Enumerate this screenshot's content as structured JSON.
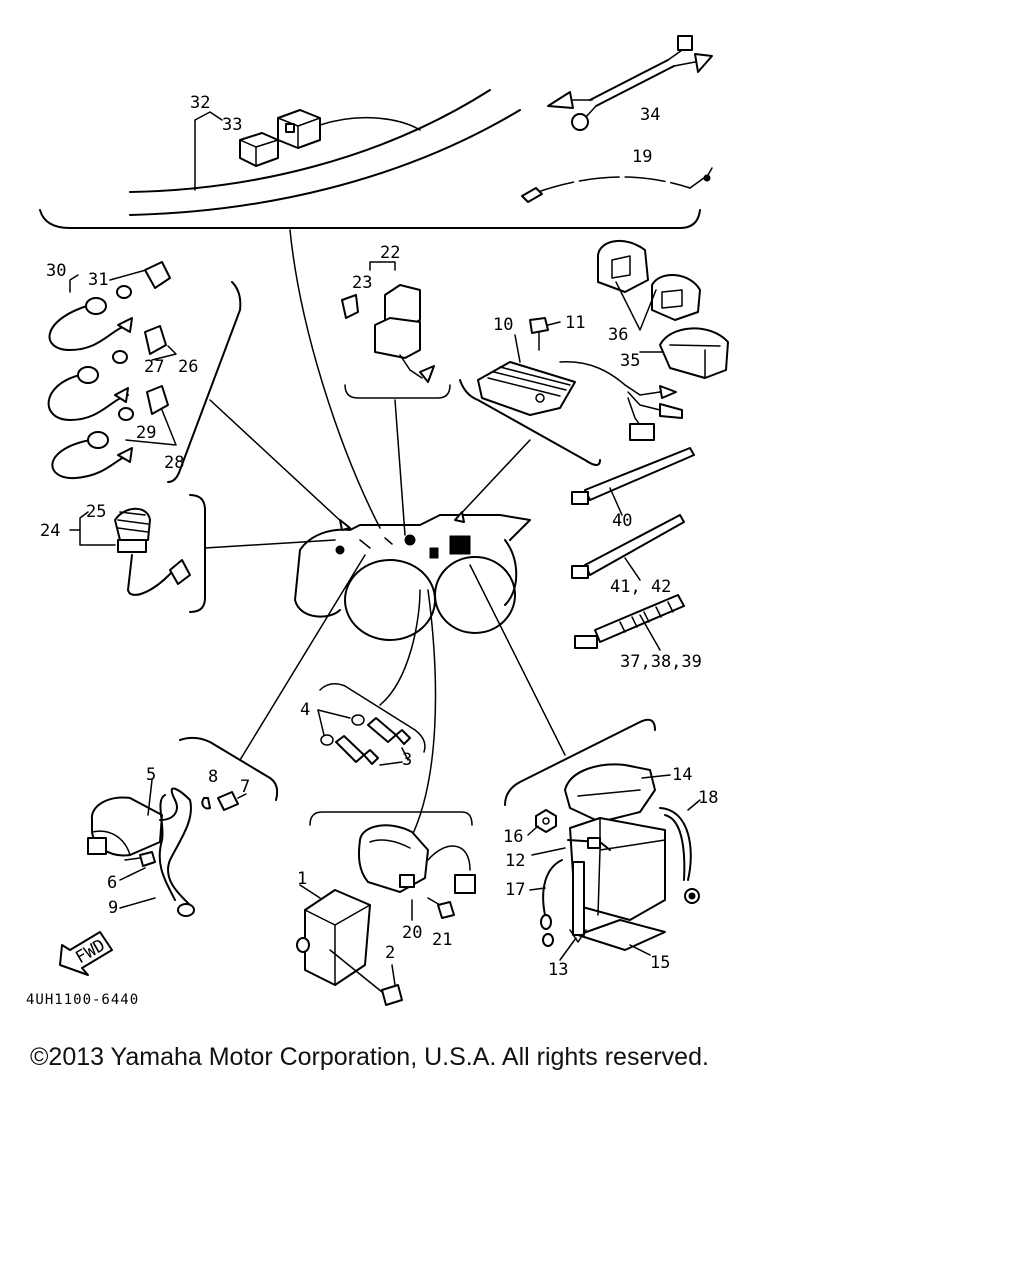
{
  "diagram": {
    "part_numbers": [
      "1",
      "2",
      "3",
      "4",
      "5",
      "6",
      "7",
      "8",
      "9",
      "10",
      "11",
      "12",
      "13",
      "14",
      "15",
      "16",
      "17",
      "18",
      "19",
      "20",
      "21",
      "22",
      "23",
      "24",
      "25",
      "26",
      "27",
      "28",
      "29",
      "30",
      "31",
      "32",
      "33",
      "34",
      "35",
      "36",
      "37,38,39",
      "40",
      "41, 42"
    ],
    "drawing_code": "4UH1100-6440",
    "forward_badge": "FWD"
  },
  "footer": {
    "copyright": "©2013 Yamaha Motor Corporation, U.S.A. All rights reserved."
  }
}
